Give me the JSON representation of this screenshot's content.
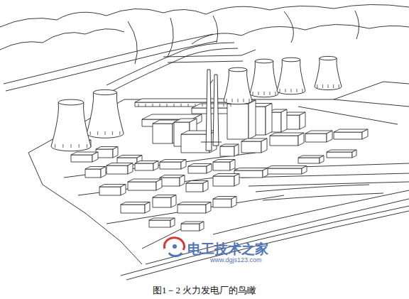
{
  "diagram": {
    "caption": "图1－2 火力发电厂的鸟瞰",
    "labels": [
      "电工技术之家",
      "www.dgjs123.com"
    ]
  }
}
